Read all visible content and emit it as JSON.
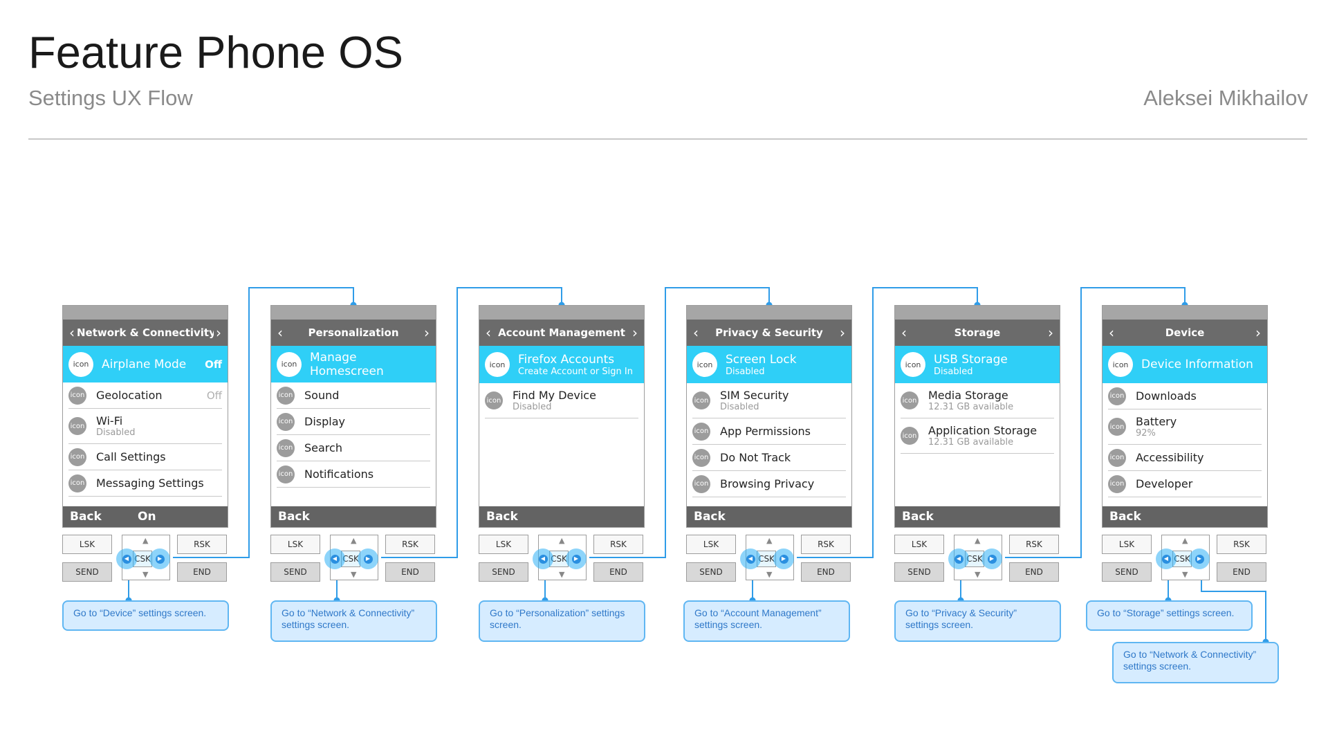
{
  "header": {
    "title": "Feature Phone OS",
    "subtitle": "Settings UX Flow",
    "author": "Aleksei Mikhailov"
  },
  "colors": {
    "selected": "#2fcff7",
    "titlebar": "#6b6b6b",
    "softkeys": "#636363",
    "flow_line": "#2f9ce8",
    "callout_fill": "#d6ecff",
    "callout_border": "#5fb6f2"
  },
  "keys": {
    "lsk": "LSK",
    "rsk": "RSK",
    "send": "SEND",
    "end": "END",
    "csk": "CSK"
  },
  "icons": {
    "prev": "‹",
    "next": "›",
    "up": "▲",
    "down": "▼",
    "left": "◀",
    "right": "▶"
  },
  "phones": [
    {
      "title": "Network & Connectivity",
      "items": [
        {
          "label": "Airplane Mode",
          "value": "Off",
          "selected": true,
          "icon": "icon"
        },
        {
          "label": "Geolocation",
          "value": "Off",
          "icon": "icon"
        },
        {
          "label": "Wi-Fi",
          "sub": "Disabled",
          "icon": "icon"
        },
        {
          "label": "Call Settings",
          "icon": "icon"
        },
        {
          "label": "Messaging Settings",
          "icon": "icon"
        }
      ],
      "softkeys": {
        "left": "Back",
        "center": "On"
      },
      "callout": "Go to “Device” settings screen."
    },
    {
      "title": "Personalization",
      "items": [
        {
          "label": "Manage Homescreen",
          "selected": true,
          "icon": "icon"
        },
        {
          "label": "Sound",
          "icon": "icon"
        },
        {
          "label": "Display",
          "icon": "icon"
        },
        {
          "label": "Search",
          "icon": "icon"
        },
        {
          "label": "Notifications",
          "icon": "icon"
        }
      ],
      "softkeys": {
        "left": "Back",
        "center": ""
      },
      "callout": "Go to “Network & Connectivity” settings screen."
    },
    {
      "title": "Account Management",
      "items": [
        {
          "label": "Firefox Accounts",
          "sub": "Create Account or Sign In",
          "selected": true,
          "icon": "icon"
        },
        {
          "label": "Find My Device",
          "sub": "Disabled",
          "icon": "icon"
        }
      ],
      "softkeys": {
        "left": "Back",
        "center": ""
      },
      "callout": "Go to “Personalization” settings screen."
    },
    {
      "title": "Privacy & Security",
      "items": [
        {
          "label": "Screen Lock",
          "sub": "Disabled",
          "selected": true,
          "icon": "icon"
        },
        {
          "label": "SIM Security",
          "sub": "Disabled",
          "icon": "icon"
        },
        {
          "label": "App Permissions",
          "icon": "icon"
        },
        {
          "label": "Do Not Track",
          "icon": "icon"
        },
        {
          "label": "Browsing Privacy",
          "icon": "icon"
        }
      ],
      "softkeys": {
        "left": "Back",
        "center": ""
      },
      "callout": "Go to “Account Management” settings screen."
    },
    {
      "title": "Storage",
      "items": [
        {
          "label": "USB Storage",
          "sub": "Disabled",
          "selected": true,
          "icon": "icon"
        },
        {
          "label": "Media Storage",
          "sub": "12.31 GB available",
          "icon": "icon"
        },
        {
          "label": "Application Storage",
          "sub": "12.31 GB available",
          "icon": "icon"
        }
      ],
      "softkeys": {
        "left": "Back",
        "center": ""
      },
      "callout": "Go to “Privacy & Security” settings screen."
    },
    {
      "title": "Device",
      "items": [
        {
          "label": "Device Information",
          "selected": true,
          "icon": "icon"
        },
        {
          "label": "Downloads",
          "icon": "icon"
        },
        {
          "label": "Battery",
          "sub": "92%",
          "icon": "icon"
        },
        {
          "label": "Accessibility",
          "icon": "icon"
        },
        {
          "label": "Developer",
          "icon": "icon"
        }
      ],
      "softkeys": {
        "left": "Back",
        "center": ""
      },
      "callout": "Go to “Storage” settings screen.",
      "callout2": "Go to “Network & Connectivity” settings screen."
    }
  ]
}
